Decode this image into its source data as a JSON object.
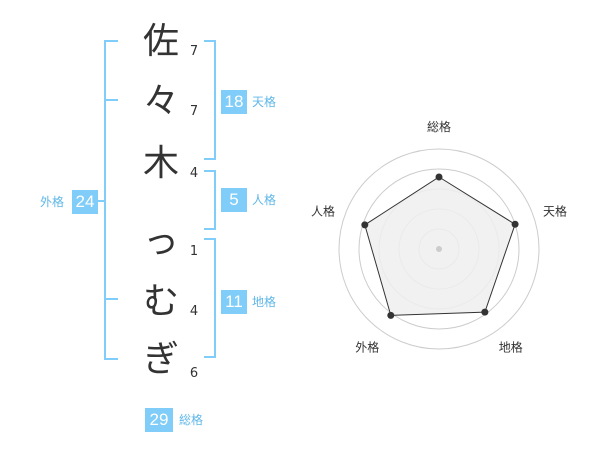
{
  "name": {
    "chars": [
      "佐",
      "々",
      "木",
      "っ",
      "む",
      "ぎ"
    ],
    "strokes": [
      "7",
      "7",
      "4",
      "1",
      "4",
      "6"
    ]
  },
  "grids": {
    "tenkaku": {
      "label": "天格",
      "value": "18"
    },
    "jinkaku": {
      "label": "人格",
      "value": "5"
    },
    "chikaku": {
      "label": "地格",
      "value": "11"
    },
    "gaikaku": {
      "label": "外格",
      "value": "24"
    },
    "soukaku": {
      "label": "総格",
      "value": "29"
    }
  },
  "chart_data": {
    "type": "radar",
    "axes": [
      "総格",
      "天格",
      "地格",
      "外格",
      "人格"
    ],
    "values": [
      0.72,
      0.8,
      0.78,
      0.82,
      0.78
    ],
    "ylim": [
      0,
      1
    ],
    "grid": true,
    "colors": {
      "fill": "#efefef",
      "line": "#333333",
      "grid": "#cccccc",
      "dot": "#333333"
    }
  },
  "colors": {
    "accent": "#7fcdf8",
    "label": "#5fb7e8",
    "text": "#333333"
  }
}
